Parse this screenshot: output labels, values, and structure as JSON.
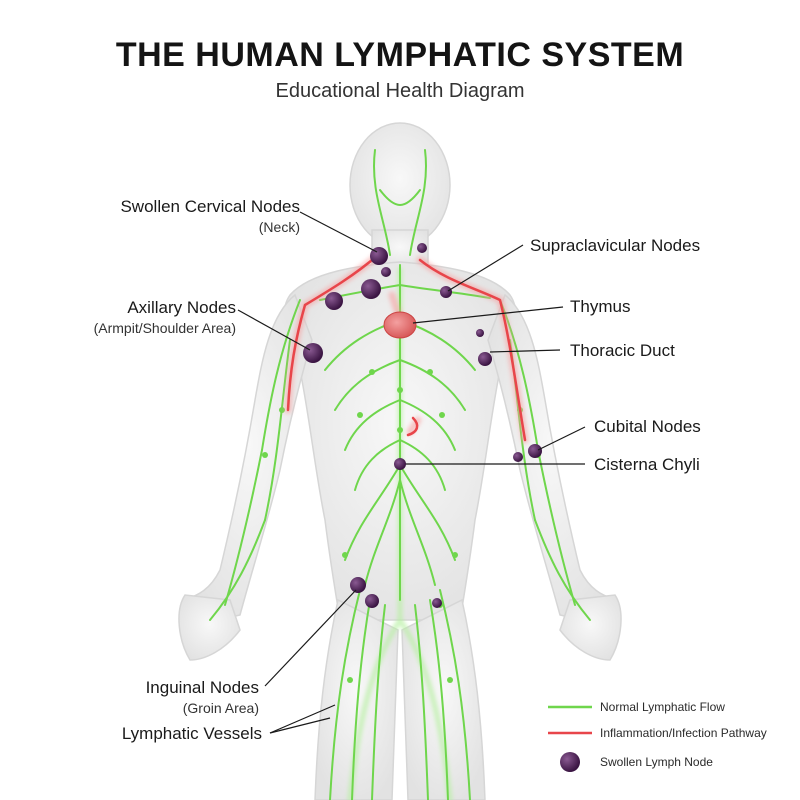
{
  "title": "THE HUMAN LYMPHATIC SYSTEM",
  "subtitle": "Educational Health Diagram",
  "labels": {
    "cervical": {
      "main": "Swollen Cervical Nodes",
      "sub": "(Neck)"
    },
    "supraclavicular": {
      "main": "Supraclavicular Nodes"
    },
    "axillary": {
      "main": "Axillary Nodes",
      "sub": "(Armpit/Shoulder Area)"
    },
    "thymus": {
      "main": "Thymus"
    },
    "thoracic": {
      "main": "Thoracic Duct"
    },
    "cubital": {
      "main": "Cubital Nodes"
    },
    "cisterna": {
      "main": "Cisterna Chyli"
    },
    "inguinal": {
      "main": "Inguinal Nodes",
      "sub": "(Groin Area)"
    },
    "vessels": {
      "main": "Lymphatic Vessels"
    }
  },
  "legend": [
    {
      "label": "Normal Lymphatic Flow",
      "color": "#7ee05a"
    },
    {
      "label": "Inflammation/Infection Pathway",
      "color": "#e8454a"
    },
    {
      "label": "Swollen Lymph Node",
      "color": "#4a1f52"
    }
  ],
  "colors": {
    "body": "#eeeeee",
    "vessel": "#6fd64c",
    "inflamed": "#e8454a",
    "node": "#4a1f52"
  }
}
